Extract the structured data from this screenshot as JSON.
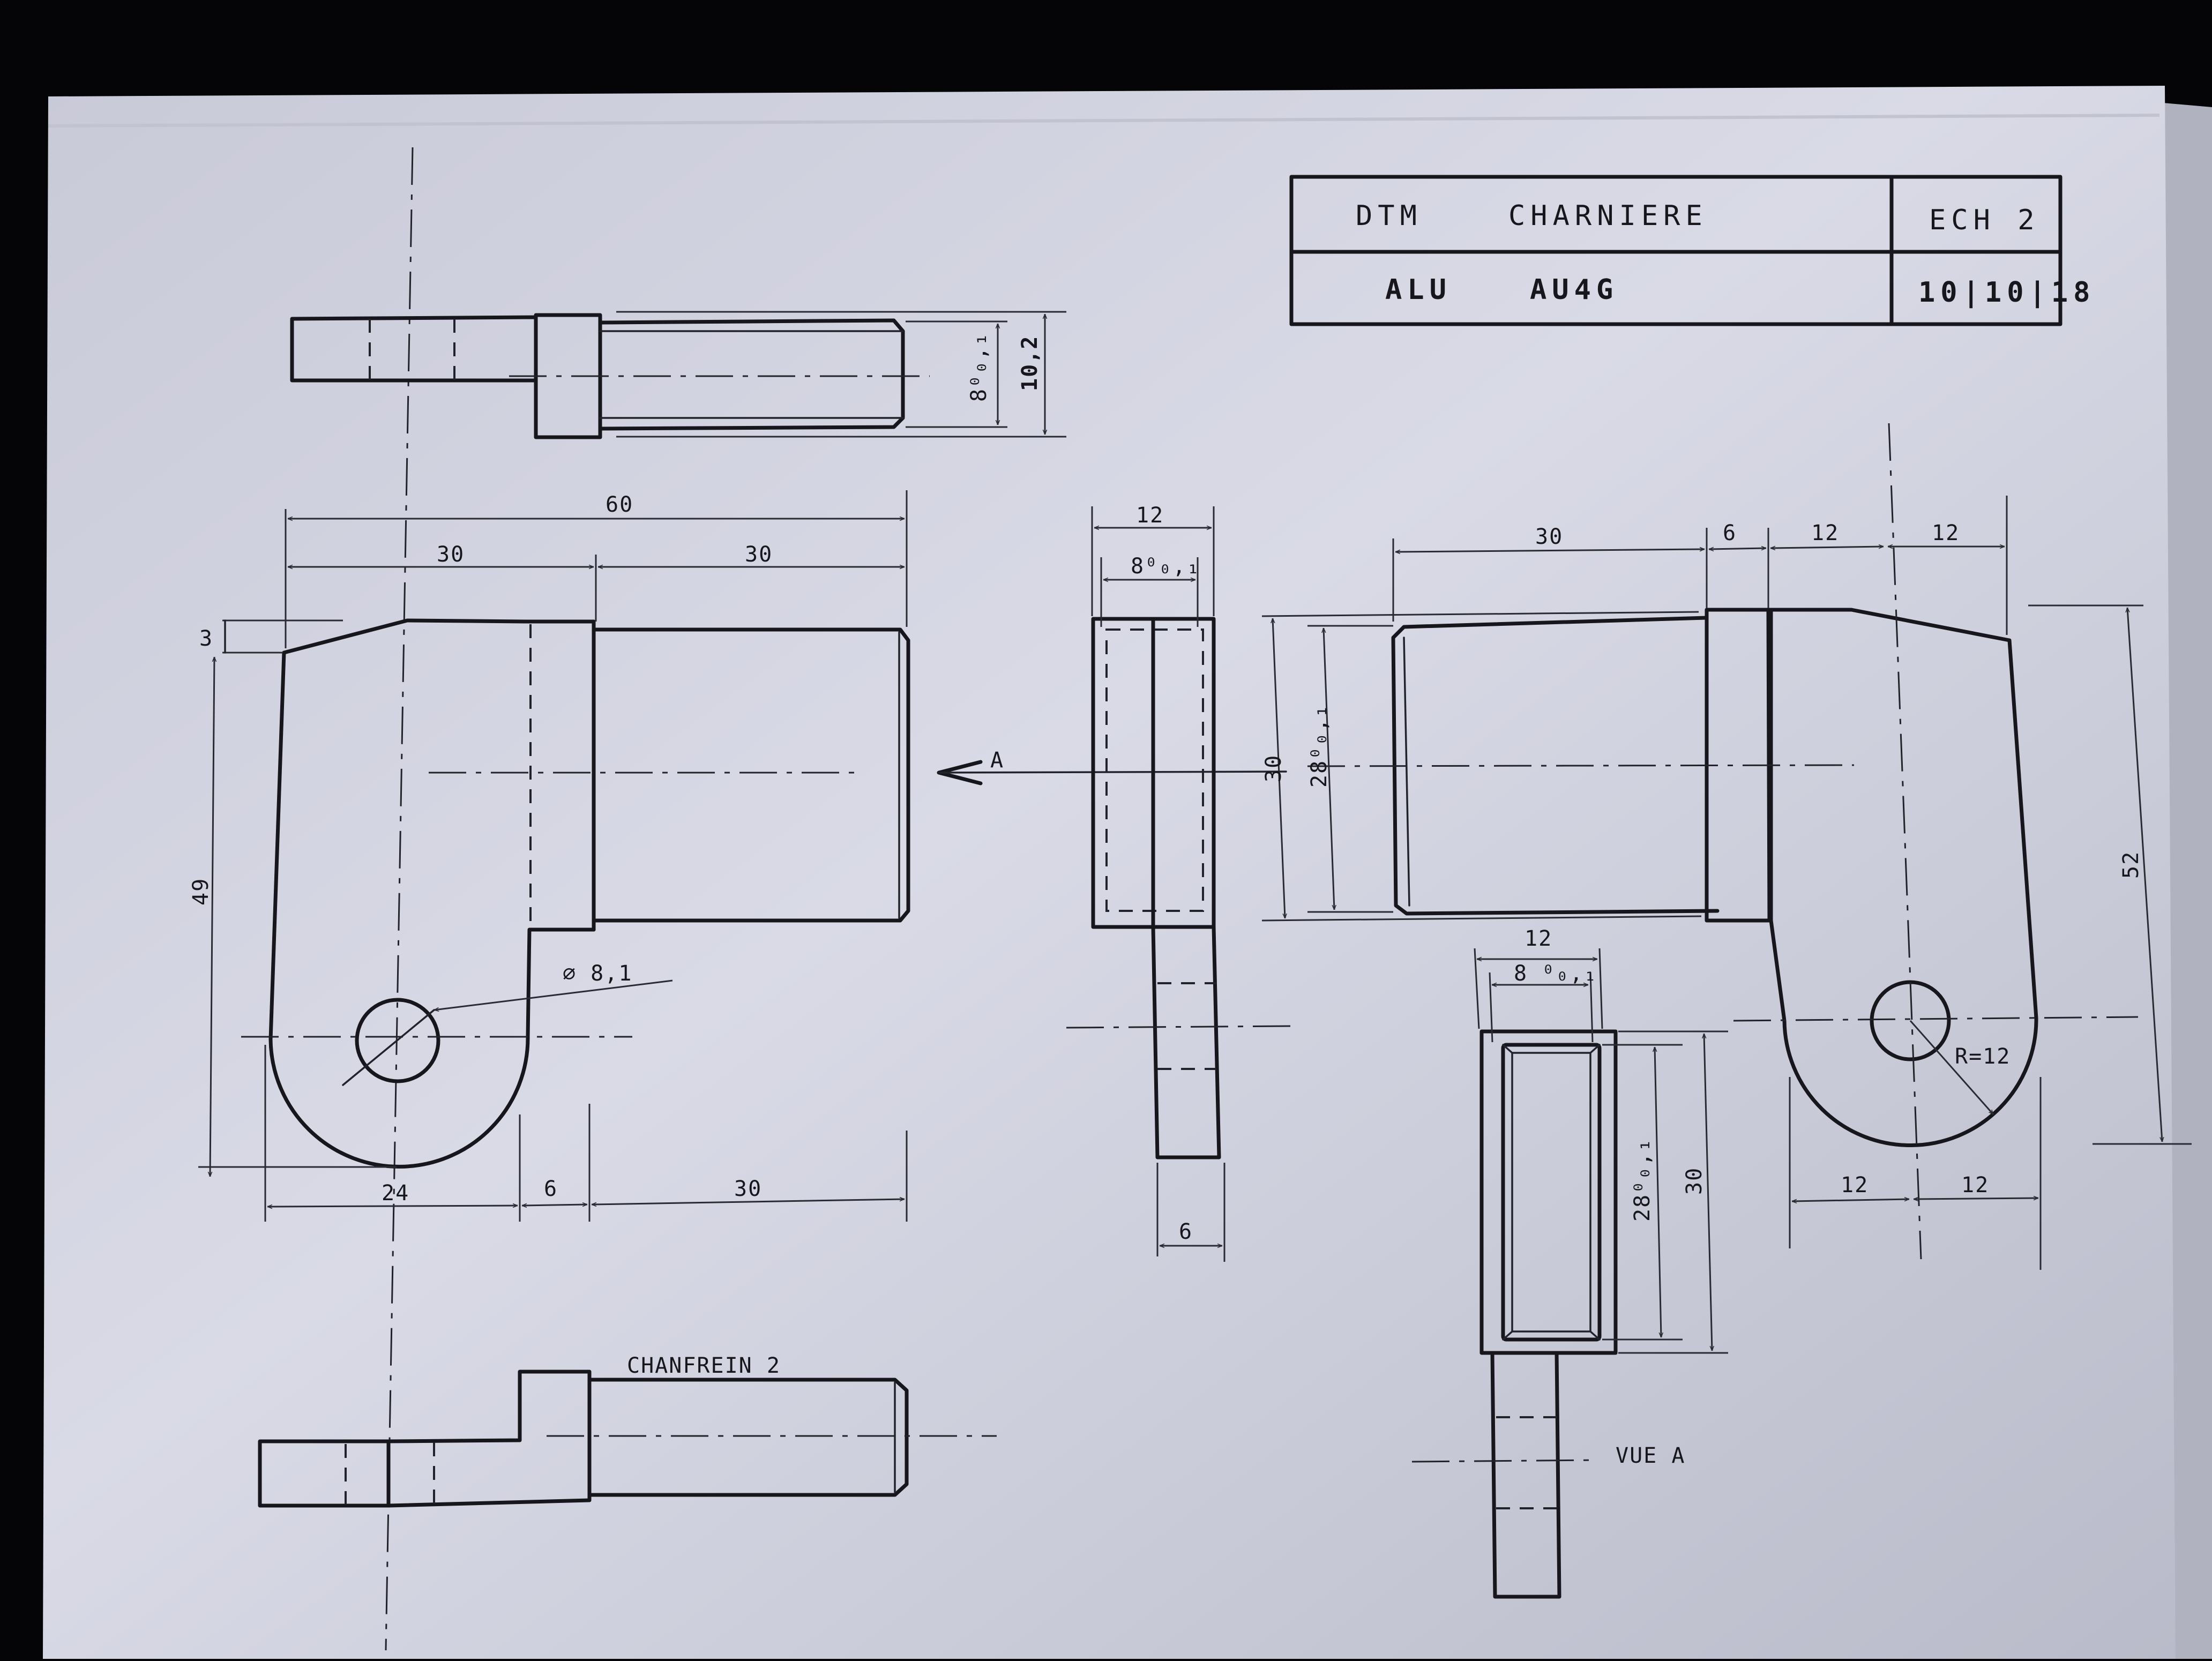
{
  "title_block": {
    "row1_left": "DTM",
    "row1_title": "CHARNIERE",
    "row1_right": "ECH 2",
    "row2_left": "ALU",
    "row2_material": "AU4G",
    "row2_right": "10|10|18"
  },
  "dimensions": {
    "top_view_height_a": "8⁰₀,₁",
    "top_view_height_b": "10,2",
    "front_overall_width": "60",
    "front_half_left": "30",
    "front_half_right": "30",
    "front_chamfer": "3",
    "front_height": "49",
    "front_hole": "⌀ 8,1",
    "front_bottom_a": "24",
    "front_bottom_b": "6",
    "front_bottom_c": "30",
    "side_width": "12",
    "side_slot": "8⁰₀,₁",
    "side_thickness": "6",
    "right_len_a": "30",
    "right_len_b": "6",
    "right_len_c": "12",
    "right_len_d": "12",
    "right_height_a": "30",
    "right_height_b": "28⁰₀,₁",
    "right_height_c": "52",
    "right_radius": "R=12",
    "right_bottom_a": "12",
    "right_bottom_b": "12",
    "vue_a_width": "12",
    "vue_a_slot": "8 ⁰₀,₁",
    "vue_a_height_a": "28⁰₀,₁",
    "vue_a_height_b": "30"
  },
  "labels": {
    "view_arrow": "A",
    "chamfer_note": "CHANFREIN 2",
    "view_a_caption": "VUE A"
  }
}
